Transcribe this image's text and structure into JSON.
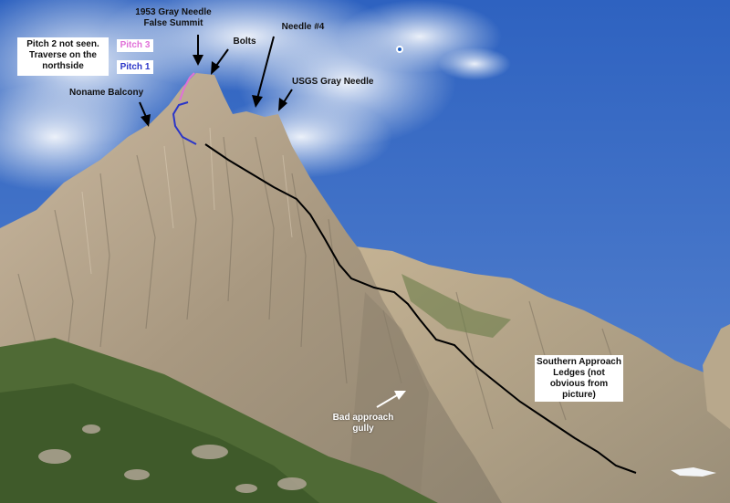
{
  "colors": {
    "sky": "#3c6fc6",
    "rock": "#b9a890",
    "grass": "#4f6a35",
    "route_line": "#000000",
    "pitch1": "#2a35c8",
    "pitch3": "#e070d8"
  },
  "labels": {
    "false_summit_line1": "1953 Gray Needle",
    "false_summit_line2": "False Summit",
    "bolts": "Bolts",
    "needle4": "Needle #4",
    "usgs": "USGS Gray Needle",
    "noname": "Noname Balcony",
    "bad_gully_line1": "Bad approach",
    "bad_gully_line2": "gully"
  },
  "boxes": {
    "pitch2_line1": "Pitch 2 not seen.",
    "pitch2_line2": "Traverse on the",
    "pitch2_line3": "northside",
    "pitch3": "Pitch 3",
    "pitch1": "Pitch 1",
    "southern_line1": "Southern Approach",
    "southern_line2": "Ledges (not",
    "southern_line3": "obvious from",
    "southern_line4": "picture)"
  }
}
